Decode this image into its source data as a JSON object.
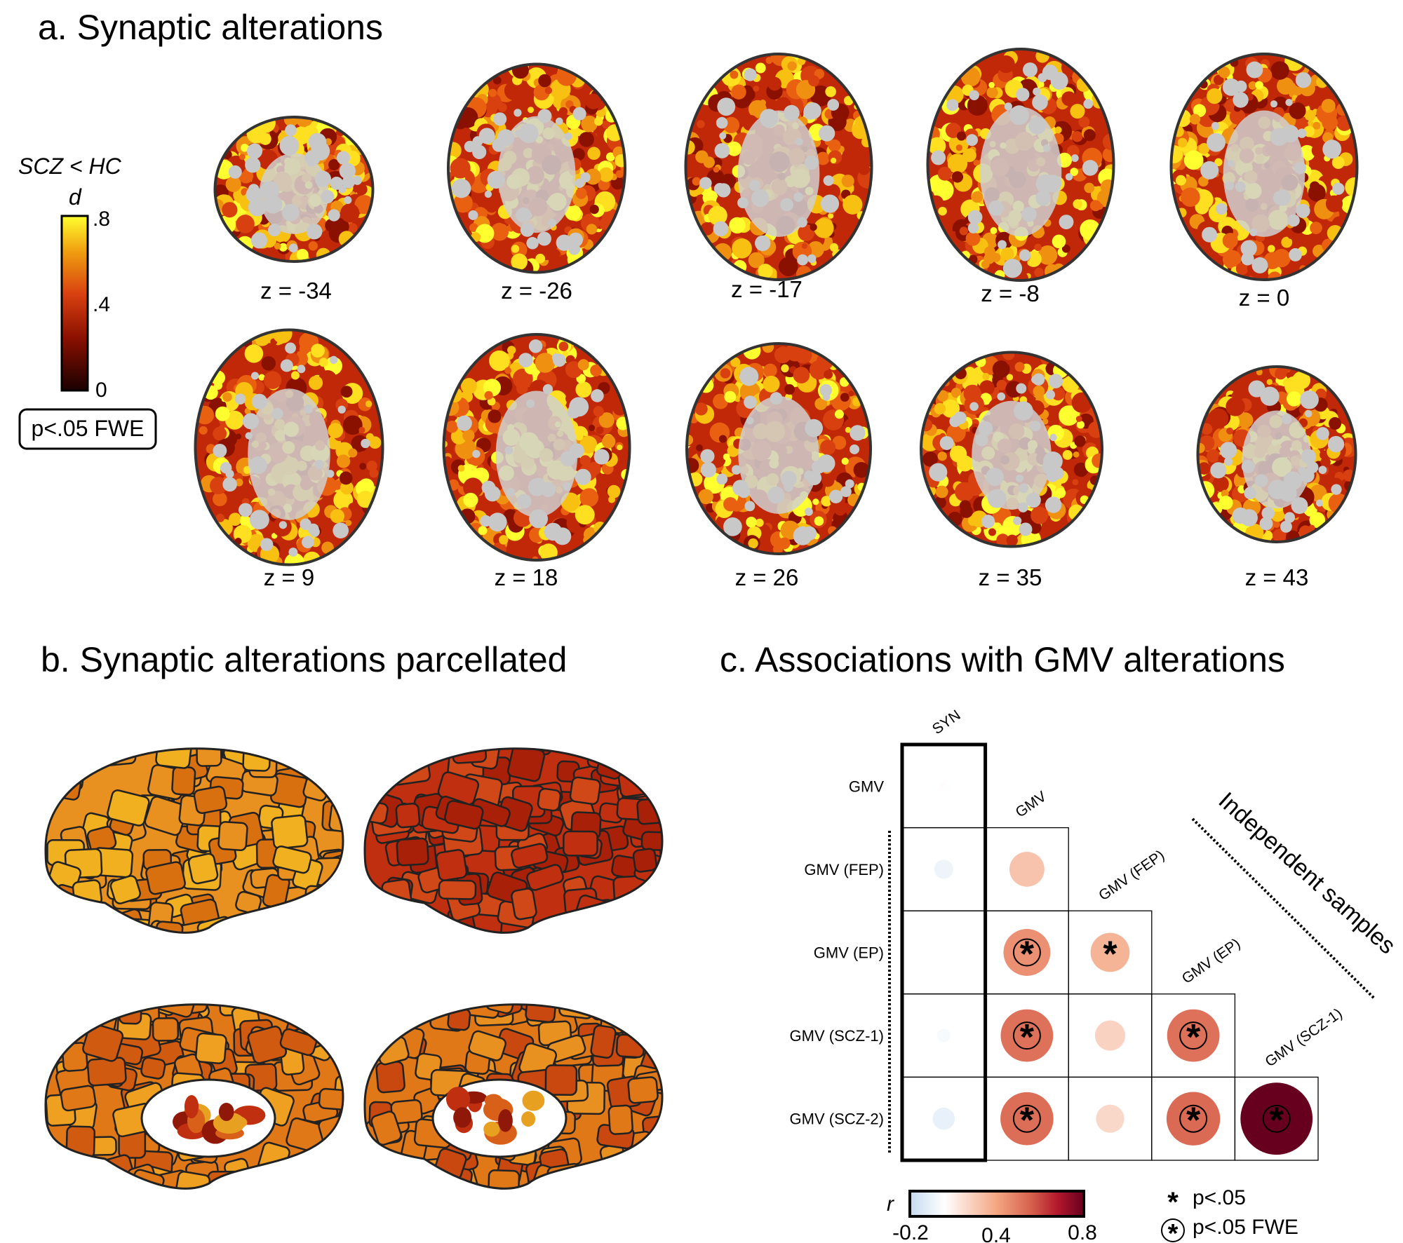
{
  "panel_a": {
    "title": "a. Synaptic alterations",
    "contrast_label": "SCZ < HC",
    "colorbar_label": "d",
    "colorbar_ticks": [
      ".8",
      ".4",
      "0"
    ],
    "colorbar_range": [
      0,
      0.8
    ],
    "threshold_label": "p<.05 FWE",
    "slices": [
      "z = -34",
      "z = -26",
      "z = -17",
      "z = -8",
      "z = 0",
      "z = 9",
      "z = 18",
      "z = 26",
      "z = 35",
      "z = 43"
    ]
  },
  "panel_b": {
    "title": "b. Synaptic alterations parcellated"
  },
  "panel_c": {
    "title": "c. Associations with GMV alterations",
    "group_label": "Independent samples",
    "legend": {
      "sig": "p<.05",
      "fwe": "p<.05 FWE"
    },
    "colorbar_label": "r",
    "colorbar_ticks": [
      "-0.2",
      "0.4",
      "0.8"
    ]
  },
  "chart_data": {
    "type": "heatmap",
    "title": "c. Associations with GMV alterations",
    "columns": [
      "SYN",
      "GMV",
      "GMV (FEP)",
      "GMV (EP)",
      "GMV (SCZ-1)"
    ],
    "rows": [
      "GMV",
      "GMV (FEP)",
      "GMV (EP)",
      "GMV (SCZ-1)",
      "GMV (SCZ-2)"
    ],
    "values": [
      [
        0.01,
        null,
        null,
        null,
        null
      ],
      [
        -0.06,
        0.2,
        null,
        null,
        null
      ],
      [
        0.0,
        0.36,
        0.25,
        null,
        null
      ],
      [
        -0.03,
        0.45,
        0.15,
        0.45,
        null
      ],
      [
        -0.08,
        0.46,
        0.13,
        0.47,
        0.85
      ]
    ],
    "significance": [
      [
        "",
        null,
        null,
        null,
        null
      ],
      [
        "",
        "",
        null,
        null,
        null
      ],
      [
        "",
        "fwe",
        "p05",
        null,
        null
      ],
      [
        "",
        "fwe",
        "",
        "fwe",
        null
      ],
      [
        "",
        "fwe",
        "",
        "fwe",
        "fwe"
      ]
    ],
    "color_scale": {
      "label": "r",
      "range": [
        -0.2,
        0.8
      ],
      "colors": [
        "#c6dbef",
        "#ffffff",
        "#f4a582",
        "#d6604d",
        "#b2182b",
        "#67001f"
      ]
    }
  },
  "colors": {
    "syn_low": "#2a0500",
    "syn_mid": "#c8300a",
    "syn_high": "#ffff20"
  }
}
